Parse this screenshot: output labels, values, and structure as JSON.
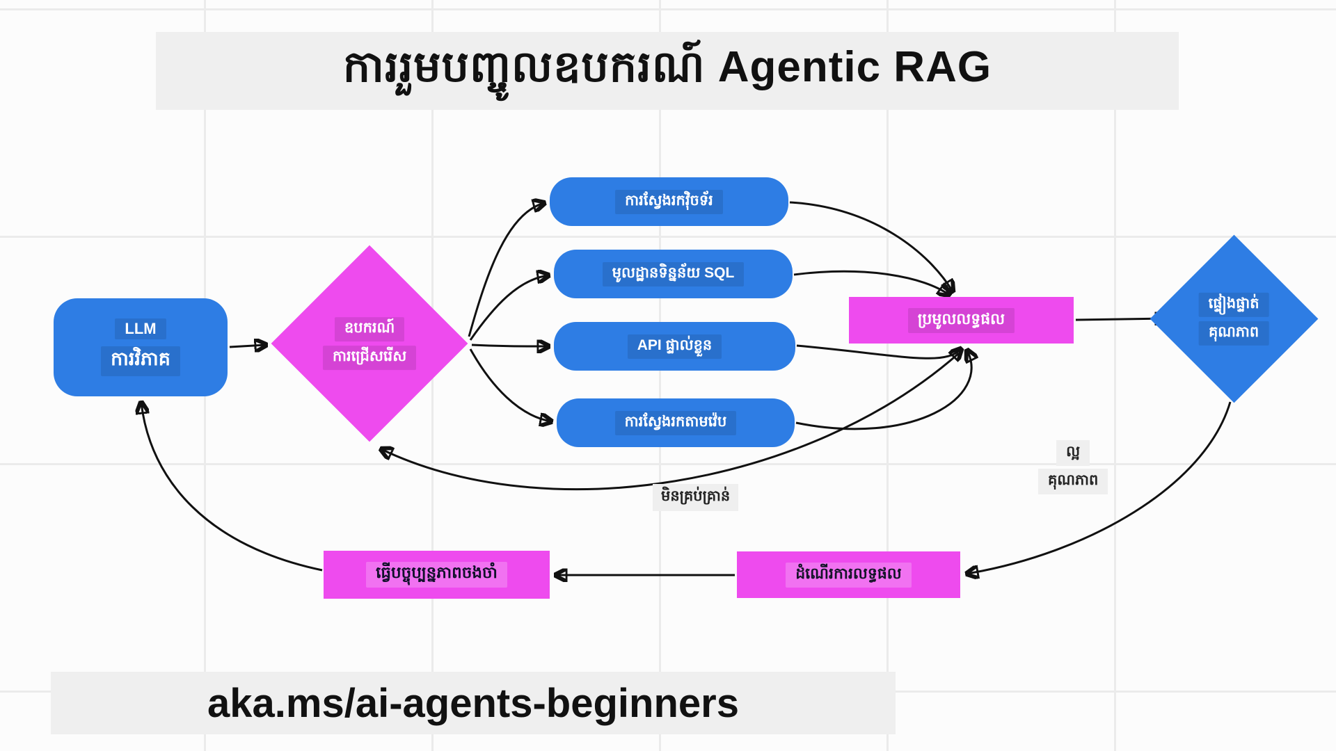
{
  "title": "ការរួមបញ្ចូលឧបករណ៍ Agentic RAG",
  "footer": "aka.ms/ai-agents-beginners",
  "colors": {
    "node_blue": "#2e7de4",
    "node_magenta": "#ee4bee",
    "banner_gray": "#efefef",
    "grid_line": "#ebebeb",
    "arrow": "#111111"
  },
  "nodes": {
    "llm": {
      "line1": "LLM",
      "line2": "ការវិភាគ"
    },
    "tool_selection": {
      "line1": "ឧបករណ៍",
      "line2": "ការជ្រើសរើស"
    },
    "tools": [
      {
        "label": "ការស្វែងរកវ៉ិចទ័រ"
      },
      {
        "label": "មូលដ្ឋានទិន្នន័យ SQL"
      },
      {
        "label": "API ផ្ទាល់ខ្លួន"
      },
      {
        "label": "ការស្វែងរកតាមវ៉េប"
      }
    ],
    "collect_results": {
      "label": "ប្រមូលលទ្ធផល"
    },
    "quality_check": {
      "line1": "ផ្ទៀងផ្ទាត់",
      "line2": "គុណភាព"
    },
    "process_results": {
      "label": "ដំណើរការលទ្ធផល"
    },
    "update_memory": {
      "label": "ធ្វើបច្ចុប្បន្នភាពចងចាំ"
    }
  },
  "edge_labels": {
    "good_quality_line1": "ល្អ",
    "good_quality_line2": "គុណភាព",
    "insufficient": "មិនគ្រប់គ្រាន់"
  }
}
